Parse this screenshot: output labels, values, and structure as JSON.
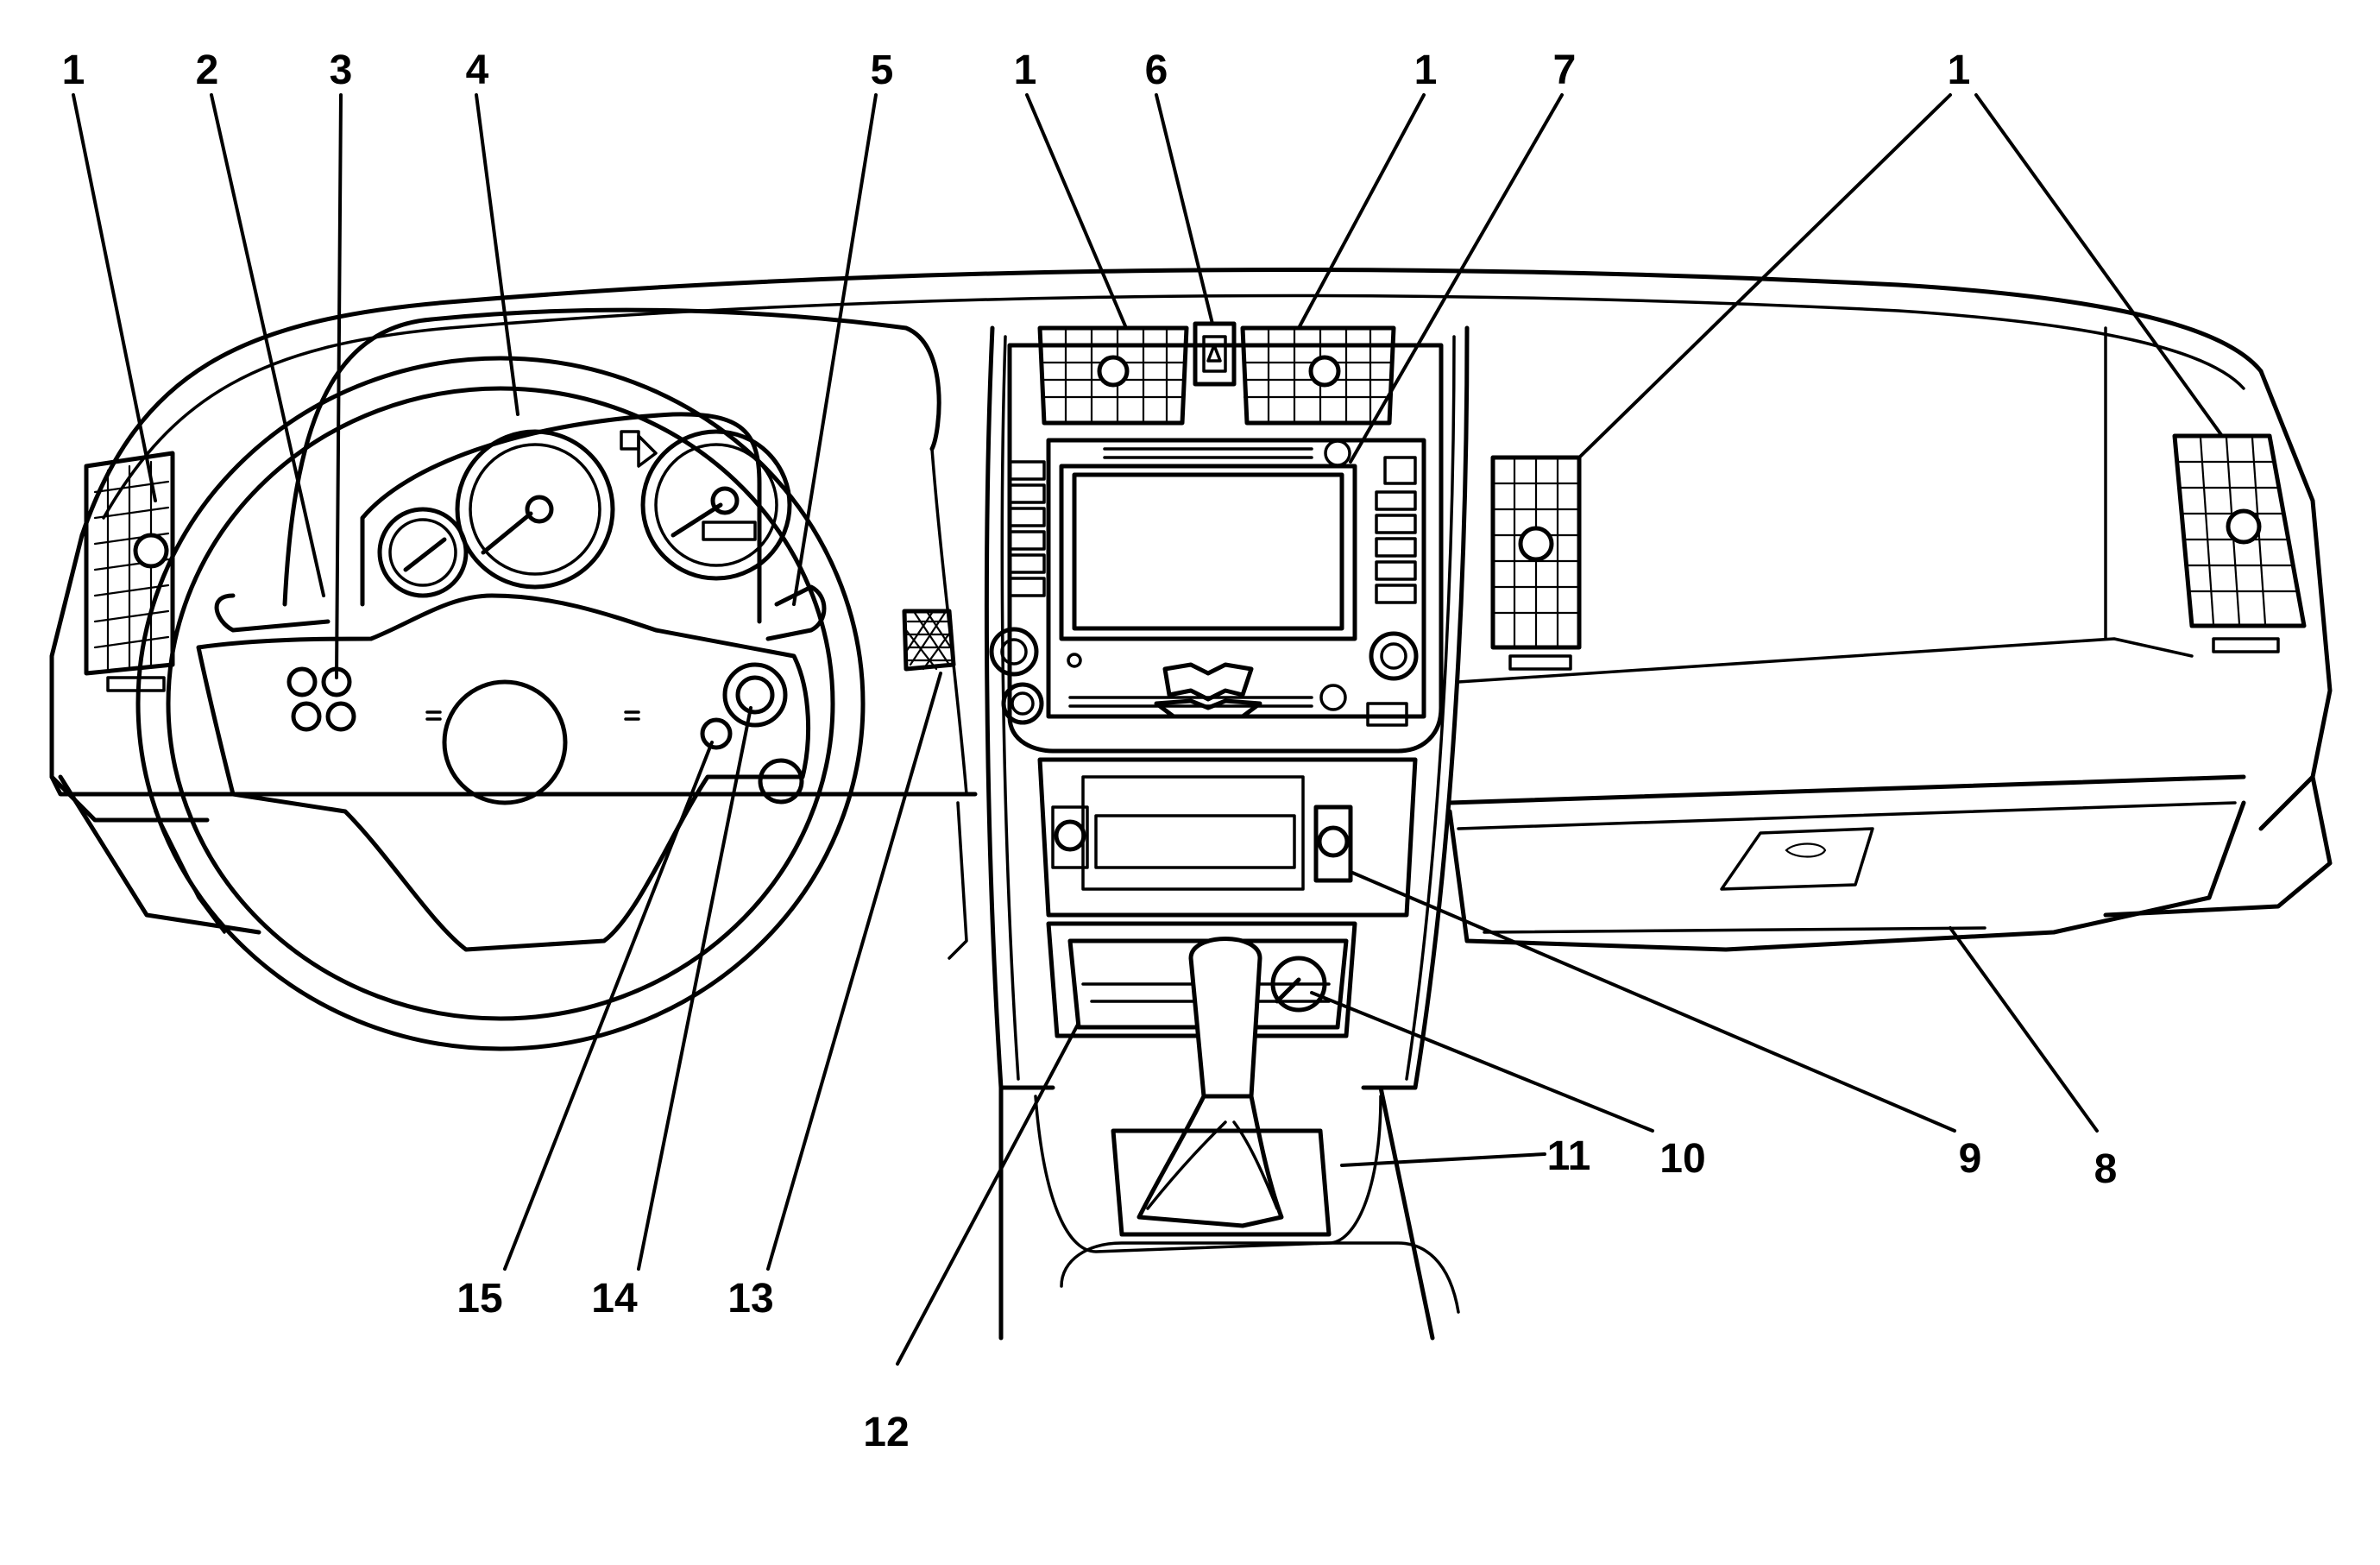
{
  "callouts": [
    {
      "id": "c1a",
      "text": "1"
    },
    {
      "id": "c2",
      "text": "2"
    },
    {
      "id": "c3",
      "text": "3"
    },
    {
      "id": "c4",
      "text": "4"
    },
    {
      "id": "c5",
      "text": "5"
    },
    {
      "id": "c1b",
      "text": "1"
    },
    {
      "id": "c6",
      "text": "6"
    },
    {
      "id": "c1c",
      "text": "1"
    },
    {
      "id": "c7",
      "text": "7"
    },
    {
      "id": "c1d",
      "text": "1"
    },
    {
      "id": "c8",
      "text": "8"
    },
    {
      "id": "c9",
      "text": "9"
    },
    {
      "id": "c10",
      "text": "10"
    },
    {
      "id": "c11",
      "text": "11"
    },
    {
      "id": "c12",
      "text": "12"
    },
    {
      "id": "c13",
      "text": "13"
    },
    {
      "id": "c14",
      "text": "14"
    },
    {
      "id": "c15",
      "text": "15"
    }
  ]
}
